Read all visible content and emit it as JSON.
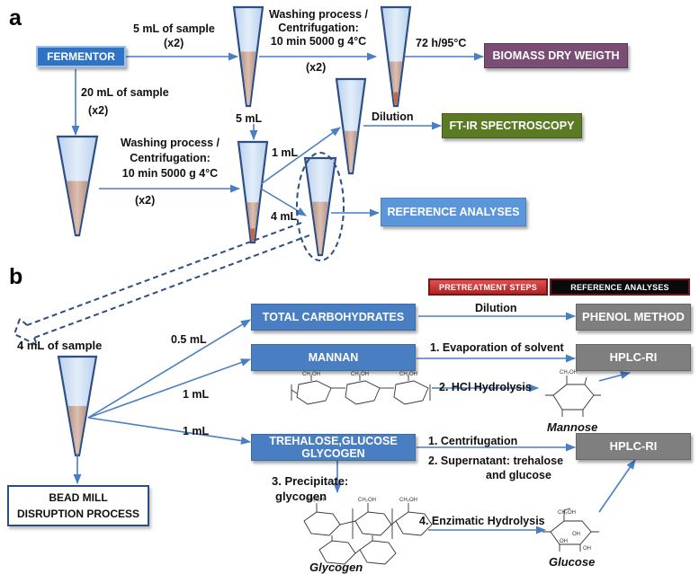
{
  "panels": {
    "a": "a",
    "b": "b"
  },
  "panel_a": {
    "fermentor": "FERMENTOR",
    "sample_5ml": "5 mL of sample",
    "x2_top": "(x2)",
    "washing_top_1": "Washing process /",
    "washing_top_2": "Centrifugation:",
    "washing_top_3": "10 min 5000 g 4°C",
    "x2_top_right": "(x2)",
    "drying": "72 h/95°C",
    "biomass": "BIOMASS DRY WEIGTH",
    "sample_20ml": "20 mL of sample",
    "x2_left": "(x2)",
    "washing_mid_1": "Washing process /",
    "washing_mid_2": "Centrifugation:",
    "washing_mid_3": "10 min 5000 g 4°C",
    "x2_mid": "(x2)",
    "ml5": "5 mL",
    "ml1": "1 mL",
    "ml4": "4 mL",
    "dilution": "Dilution",
    "ftir": "FT-IR SPECTROSCOPY",
    "reference": "REFERENCE ANALYSES"
  },
  "panel_b": {
    "legend_pretreatment": "PRETREATMENT STEPS",
    "legend_reference": "REFERENCE ANALYSES",
    "sample_4ml": "4 mL of sample",
    "ml05": "0.5 mL",
    "ml1_a": "1 mL",
    "ml1_b": "1 mL",
    "bead_mill_1": "BEAD MILL",
    "bead_mill_2": "DISRUPTION PROCESS",
    "total_carb": "TOTAL CARBOHYDRATES",
    "mannan": "MANNAN",
    "trehalose_1": "TREHALOSE,GLUCOSE",
    "trehalose_2": "GLYCOGEN",
    "dilution": "Dilution",
    "evaporation": "1. Evaporation of solvent",
    "hcl": "2. HCl Hydrolysis",
    "centrifugation": "1. Centrifugation",
    "supernatant_1": "2. Supernatant: trehalose",
    "supernatant_2": "and glucose",
    "precipitate_1": "3. Precipitate:",
    "precipitate_2": "glycogen",
    "enzimatic": "4. Enzimatic Hydrolysis",
    "phenol": "PHENOL METHOD",
    "hplc1": "HPLC-RI",
    "hplc2": "HPLC-RI",
    "mannose": "Mannose",
    "glycogen": "Glycogen",
    "glucose": "Glucose"
  },
  "colors": {
    "arrow": "#4a7ec2",
    "tube_top": "#c9ddf2",
    "tube_liquid": "#c8a99a",
    "pellet": "#c06a45",
    "dash": "#2c4e80"
  }
}
